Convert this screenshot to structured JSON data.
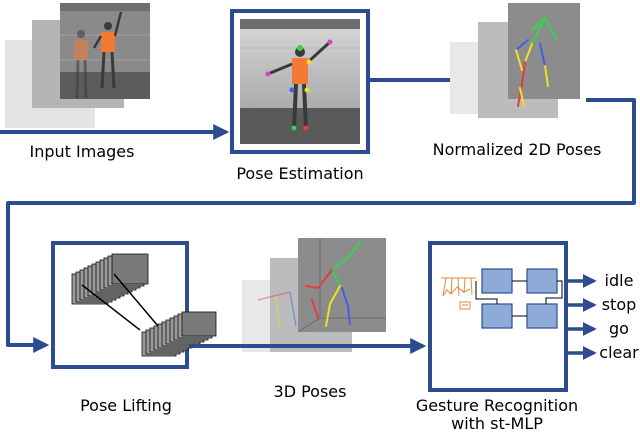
{
  "stages": {
    "input": {
      "label": "Input Images"
    },
    "pose_estimation": {
      "label": "Pose Estimation"
    },
    "normalized": {
      "label": "Normalized 2D Poses"
    },
    "pose_lifting": {
      "label": "Pose Lifting"
    },
    "poses_3d": {
      "label": "3D Poses"
    },
    "gesture": {
      "label_line1": "Gesture Recognition",
      "label_line2": "with st-MLP"
    }
  },
  "outputs": [
    "idle",
    "stop",
    "go",
    "clear"
  ],
  "colors": {
    "flow": "#2d4c8f",
    "box_border": "#2d4c8f",
    "block_fill": "#8eaad7",
    "block_border": "#2d4c8f",
    "vest": "#f07a36",
    "skeleton_green": "#34d44f",
    "skeleton_yellow": "#f2df2a",
    "skeleton_red": "#e53c3c",
    "skeleton_magenta": "#e040d0",
    "skeleton_blue": "#3b62e0",
    "sketch_orange": "#e58a3a"
  }
}
